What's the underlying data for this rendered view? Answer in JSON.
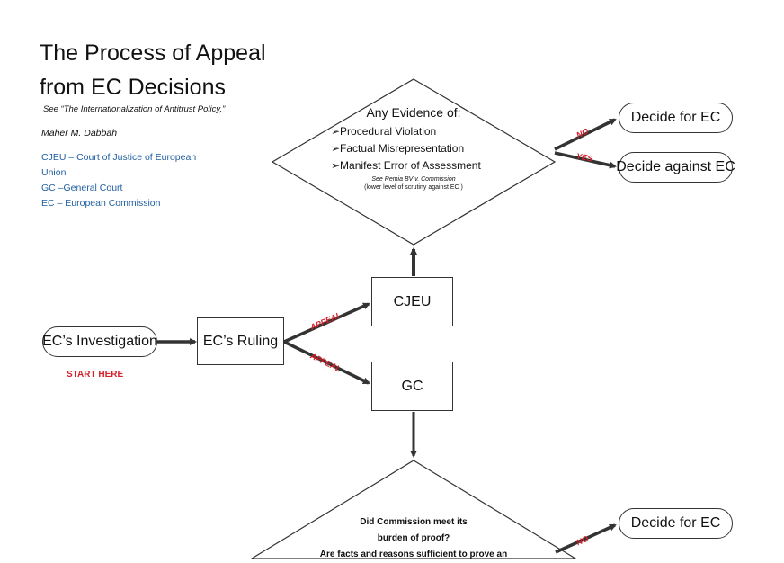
{
  "title": {
    "line1": "The Process of Appeal",
    "line2": "from EC Decisions"
  },
  "citation": "See “The Internationalization of Antitrust Policy,”",
  "author": "Maher M. Dabbah",
  "legend": [
    "CJEU – Court of Justice of European",
    "Union",
    "GC –General Court",
    "EC – European Commission"
  ],
  "nodes": {
    "investigation": "EC’s Investigation",
    "start_label": "START HERE",
    "ruling": "EC’s Ruling",
    "cjeu": "CJEU",
    "gc": "GC",
    "decide_for_ec_top": "Decide for EC",
    "decide_against_ec_top": "Decide against EC",
    "decide_for_ec_bottom": "Decide for EC"
  },
  "evidence_diamond": {
    "title": "Any Evidence of:",
    "items": [
      "➢Procedural Violation",
      "➢Factual Misrepresentation",
      "➢Manifest Error of Assessment"
    ],
    "note1": "See Remia BV v. Commission",
    "note2": "(lower level of  scrutiny against EC )"
  },
  "burden_diamond": {
    "line1": "Did Commission meet its",
    "line2": "burden of proof?",
    "line3": "Are facts and reasons sufficient to prove an"
  },
  "edge_labels": {
    "appeal_up": "APPEAL",
    "appeal_down": "APPEAL",
    "no_top": "NO",
    "yes_top": "YES",
    "no_bottom": "NO"
  },
  "colors": {
    "accent_red": "#d4202a",
    "legend_blue": "#1f5fa0",
    "line": "#333333"
  }
}
